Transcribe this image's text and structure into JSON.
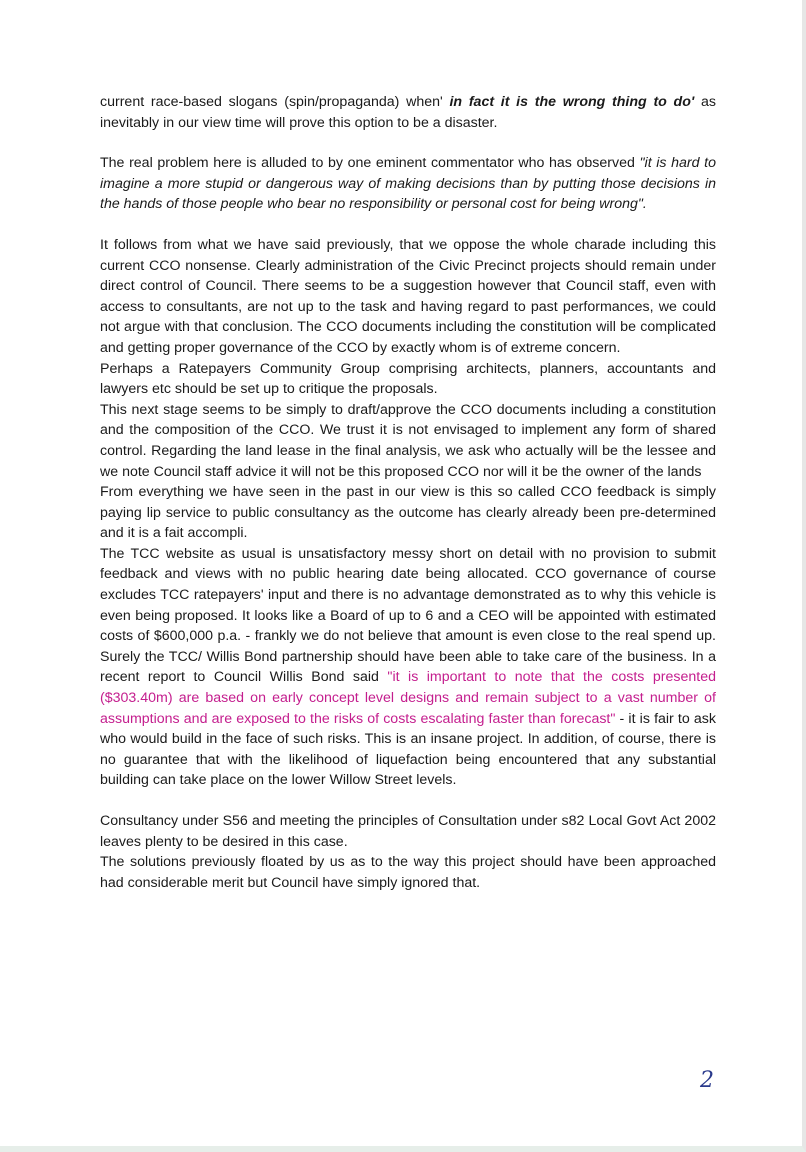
{
  "document": {
    "p1": {
      "a": "current race-based slogans (spin/propaganda) when' ",
      "b": "in fact it is the wrong thing to do'",
      "c": " as inevitably in our view time will prove this option to be a disaster."
    },
    "p2": {
      "a": "The real problem here is alluded to by one eminent commentator who has observed ",
      "b": "\"it is hard to imagine a more stupid or dangerous way of making decisions than by putting those decisions in the hands of those people who bear no responsibility or personal cost for being wrong\"."
    },
    "p3": "It follows from what we have said previously, that we oppose the whole charade including this current CCO nonsense.  Clearly administration of the Civic Precinct projects should remain under direct control of Council. There seems to be a suggestion however that Council staff, even with access to consultants, are not up to the task and having regard to past performances, we could not argue with that conclusion. The CCO documents including the constitution will be complicated and getting proper governance of the CCO by exactly whom is of extreme concern.",
    "p4": "Perhaps a Ratepayers Community Group comprising architects, planners, accountants and lawyers etc should be set up to critique the proposals.",
    "p5": "This next stage seems to be simply to draft/approve the CCO documents including a constitution and the composition of the CCO. We trust it is not envisaged to implement any form of shared control. Regarding the land lease in the final analysis, we ask who actually will be the lessee and we note Council staff advice it will not be this proposed CCO nor will it be the owner of the lands",
    "p6": "From everything we have seen in the past in our view is this so called CCO feedback is simply paying lip service to public consultancy as the outcome has clearly already been pre-determined and it is a fait accompli.",
    "p7": {
      "a": "The TCC website as usual is unsatisfactory messy short on detail with no provision to submit feedback and views with no public hearing date being allocated. CCO governance of course excludes TCC ratepayers' input and there is no advantage demonstrated as to why this vehicle is  even being proposed. It looks like a Board of up to 6 and a CEO will be appointed with estimated costs of $600,000 p.a. - frankly we do not believe that amount is even close to the real spend up. Surely the TCC/ Willis Bond partnership should have been able to take care of the business. In a recent report to Council Willis Bond said ",
      "b": "\"it is important to note that the costs presented ($303.40m) are based on early concept level  designs and remain subject to a vast number of assumptions and are exposed to the risks of costs escalating faster than forecast\"",
      "c": " - it is fair to ask who would build in the face of such risks. This is an insane project. In addition, of course, there is no guarantee that with the likelihood of liquefaction being encountered that any substantial building can take place on the lower Willow Street levels."
    },
    "p8": "Consultancy under S56 and meeting the principles of Consultation under s82 Local Govt Act 2002 leaves plenty to be desired in this case.",
    "p9": "The solutions previously floated by us as to the way this project should have been approached had considerable merit but Council have simply ignored that.",
    "page_number": "2"
  },
  "colors": {
    "quote_highlight": "#c41e8e",
    "page_number_ink": "#2a3a8c"
  }
}
